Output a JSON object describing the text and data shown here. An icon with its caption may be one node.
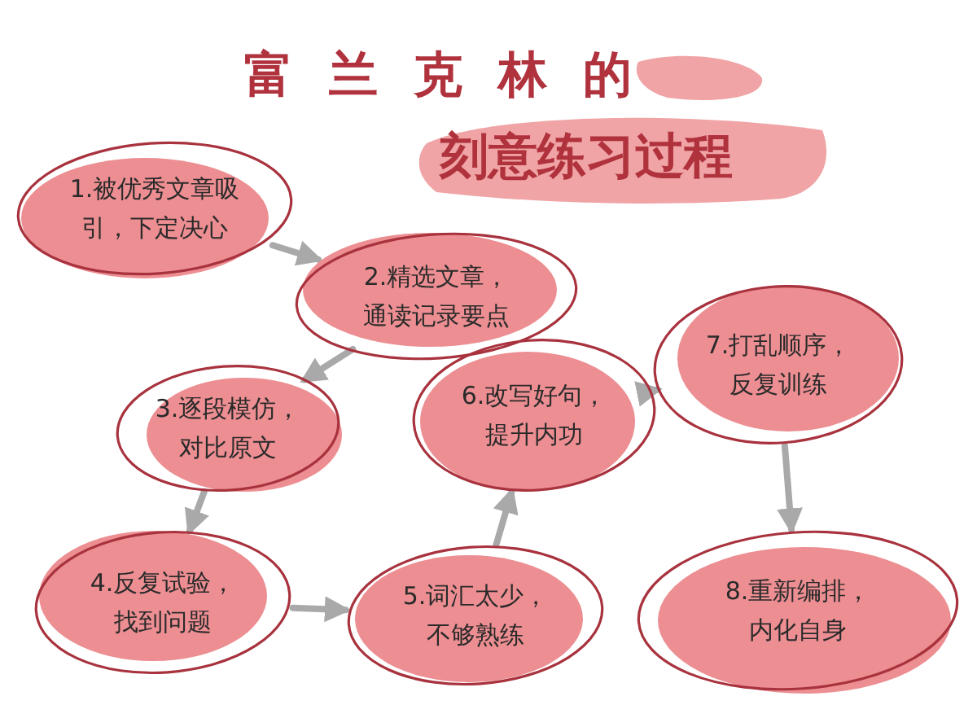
{
  "diagram": {
    "title": "富兰克林的刻意练习过程",
    "nodes": [
      {
        "text": [
          "1.被优秀文章吸引，下定决心"
        ]
      },
      {
        "text": [
          "2.精选文章，通读记录要点"
        ]
      },
      {
        "text": [
          "3.逐段模仿，对比原文"
        ]
      },
      {
        "text": [
          "4.反复试验，找到问题"
        ]
      },
      {
        "text": [
          "5.词汇太少，不够熟练"
        ]
      },
      {
        "text": [
          "6.改写好句，提升内功"
        ]
      },
      {
        "text": [
          "7.打乱顺序，反复训练"
        ]
      },
      {
        "text": [
          "8.重新编排，内化自身"
        ]
      }
    ],
    "edges": [
      {
        "from": 0,
        "to": 1,
        "arrow": "to"
      },
      {
        "from": 1,
        "to": 2,
        "arrow": "to"
      },
      {
        "from": 2,
        "to": 3,
        "arrow": "to"
      },
      {
        "from": 3,
        "to": 4,
        "arrow": "to"
      },
      {
        "from": 4,
        "to": 5,
        "arrow": "to"
      },
      {
        "from": 5,
        "to": 6,
        "arrow": "to"
      },
      {
        "from": 6,
        "to": 7,
        "arrow": "to"
      }
    ]
  }
}
